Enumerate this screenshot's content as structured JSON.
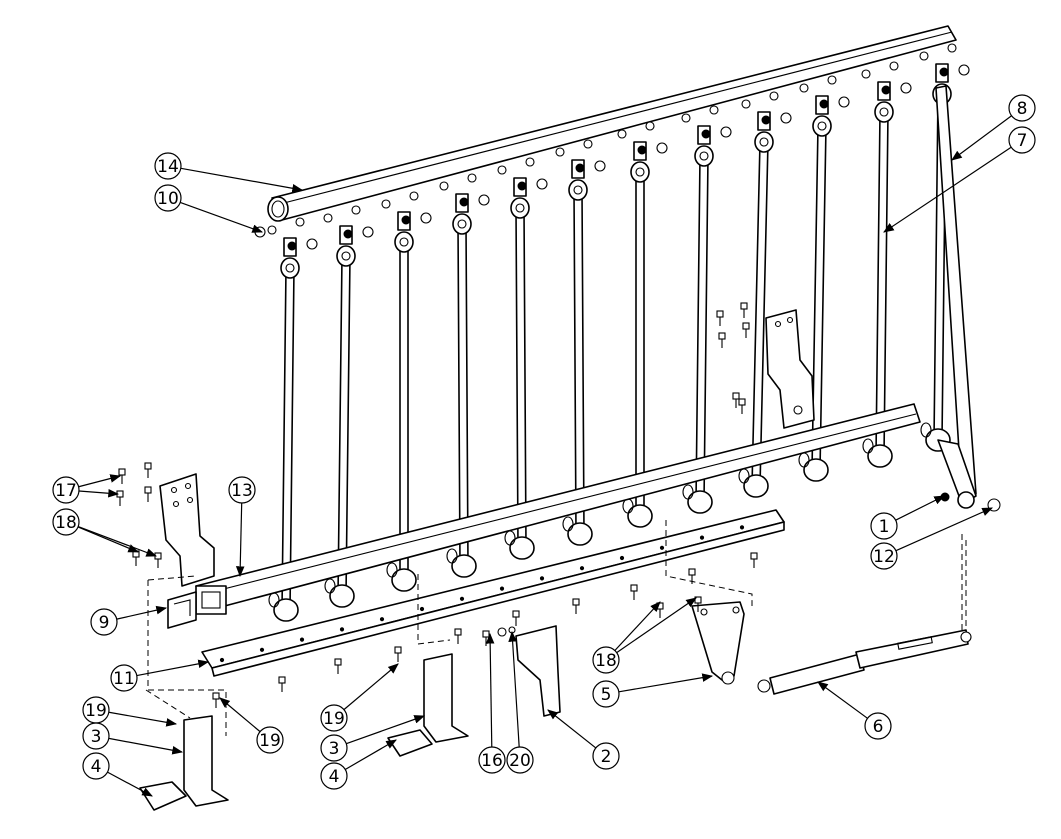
{
  "diagram": {
    "callouts": [
      {
        "id": "c14a",
        "label": "14"
      },
      {
        "id": "c10",
        "label": "10"
      },
      {
        "id": "c8",
        "label": "8"
      },
      {
        "id": "c7",
        "label": "7"
      },
      {
        "id": "c17",
        "label": "17"
      },
      {
        "id": "c18a",
        "label": "18"
      },
      {
        "id": "c13",
        "label": "13"
      },
      {
        "id": "c1",
        "label": "1"
      },
      {
        "id": "c12",
        "label": "12"
      },
      {
        "id": "c9",
        "label": "9"
      },
      {
        "id": "c11",
        "label": "11"
      },
      {
        "id": "c18b",
        "label": "18"
      },
      {
        "id": "c5",
        "label": "5"
      },
      {
        "id": "c6",
        "label": "6"
      },
      {
        "id": "c19a",
        "label": "19"
      },
      {
        "id": "c19b",
        "label": "19"
      },
      {
        "id": "c19c",
        "label": "19"
      },
      {
        "id": "c3a",
        "label": "3"
      },
      {
        "id": "c3b",
        "label": "3"
      },
      {
        "id": "c4a",
        "label": "4"
      },
      {
        "id": "c4b",
        "label": "4"
      },
      {
        "id": "c16",
        "label": "16"
      },
      {
        "id": "c20",
        "label": "20"
      },
      {
        "id": "c2",
        "label": "2"
      }
    ],
    "icons": {
      "callout-ring": "circle",
      "leader-arrow": "arrowhead"
    }
  }
}
